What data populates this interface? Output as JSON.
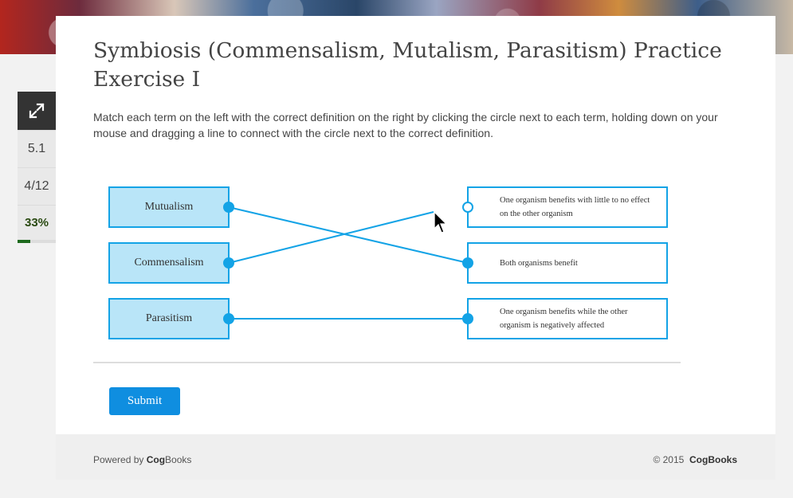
{
  "page": {
    "title": "Symbiosis (Commensalism, Mutalism, Parasitism) Practice Exercise I",
    "instructions": "Match each term on the left with the correct definition on the right by clicking the circle next to each term, holding down on your mouse and dragging a line to connect with the circle next to the correct definition."
  },
  "sidebar": {
    "expand_icon": "expand-arrows-icon",
    "section": "5.1",
    "page_count": "4/12",
    "percent": "33%",
    "progress": 0.33
  },
  "matching": {
    "terms": [
      "Mutualism",
      "Commensalism",
      "Parasitism"
    ],
    "definitions": [
      "One organism benefits with little to no effect on the other organism",
      "Both organisms benefit",
      "One organism benefits while the other organism is negatively affected"
    ],
    "connections": [
      {
        "term": 0,
        "definition": 1
      },
      {
        "term": 2,
        "definition": 2
      }
    ],
    "dragging_from_term": 1
  },
  "actions": {
    "submit_label": "Submit"
  },
  "footer": {
    "powered_prefix": "Powered by",
    "powered_brand_bold": "Cog",
    "powered_brand_rest": "Books",
    "copyright_prefix": "© 2015",
    "copyright_brand": "CogBooks"
  },
  "colors": {
    "accent": "#13a3e6",
    "term_fill": "#b9e5f8",
    "submit": "#0f8ee0",
    "progress": "#1e6a1e"
  }
}
